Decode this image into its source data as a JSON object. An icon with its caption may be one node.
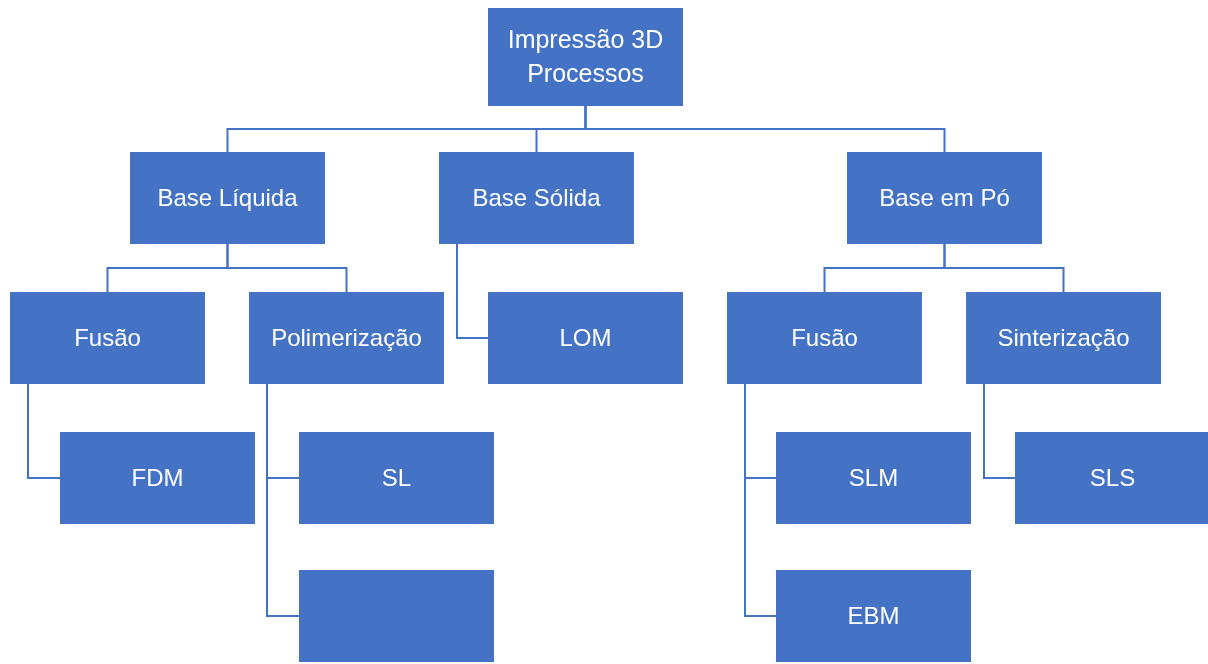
{
  "diagram": {
    "nodes": [
      {
        "text": [
          "Impressão 3D Processos"
        ]
      },
      {
        "text": [
          "Base Líquida"
        ]
      },
      {
        "text": [
          "Base Sólida"
        ]
      },
      {
        "text": [
          "Base em Pó"
        ]
      },
      {
        "text": [
          "Fusão"
        ]
      },
      {
        "text": [
          "Polimerização"
        ]
      },
      {
        "text": [
          "FDM"
        ]
      },
      {
        "text": [
          "SL"
        ]
      },
      {
        "text": [],
        "shape": "box"
      },
      {
        "text": [
          "LOM"
        ]
      },
      {
        "text": [
          "Fusão"
        ]
      },
      {
        "text": [
          "Sinterização"
        ]
      },
      {
        "text": [
          "SLM"
        ]
      },
      {
        "text": [
          "EBM"
        ]
      },
      {
        "text": [
          "SLS"
        ]
      }
    ],
    "edges": [
      {
        "from": 0,
        "to": 1,
        "arrow": "none"
      },
      {
        "from": 0,
        "to": 2,
        "arrow": "none"
      },
      {
        "from": 0,
        "to": 3,
        "arrow": "none"
      },
      {
        "from": 1,
        "to": 4,
        "arrow": "none"
      },
      {
        "from": 1,
        "to": 5,
        "arrow": "none"
      },
      {
        "from": 4,
        "to": 6,
        "arrow": "none"
      },
      {
        "from": 5,
        "to": 7,
        "arrow": "none"
      },
      {
        "from": 5,
        "to": 8,
        "arrow": "none"
      },
      {
        "from": 2,
        "to": 9,
        "arrow": "none"
      },
      {
        "from": 3,
        "to": 10,
        "arrow": "none"
      },
      {
        "from": 3,
        "to": 11,
        "arrow": "none"
      },
      {
        "from": 10,
        "to": 12,
        "arrow": "none"
      },
      {
        "from": 10,
        "to": 13,
        "arrow": "none"
      },
      {
        "from": 11,
        "to": 14,
        "arrow": "none"
      }
    ]
  }
}
